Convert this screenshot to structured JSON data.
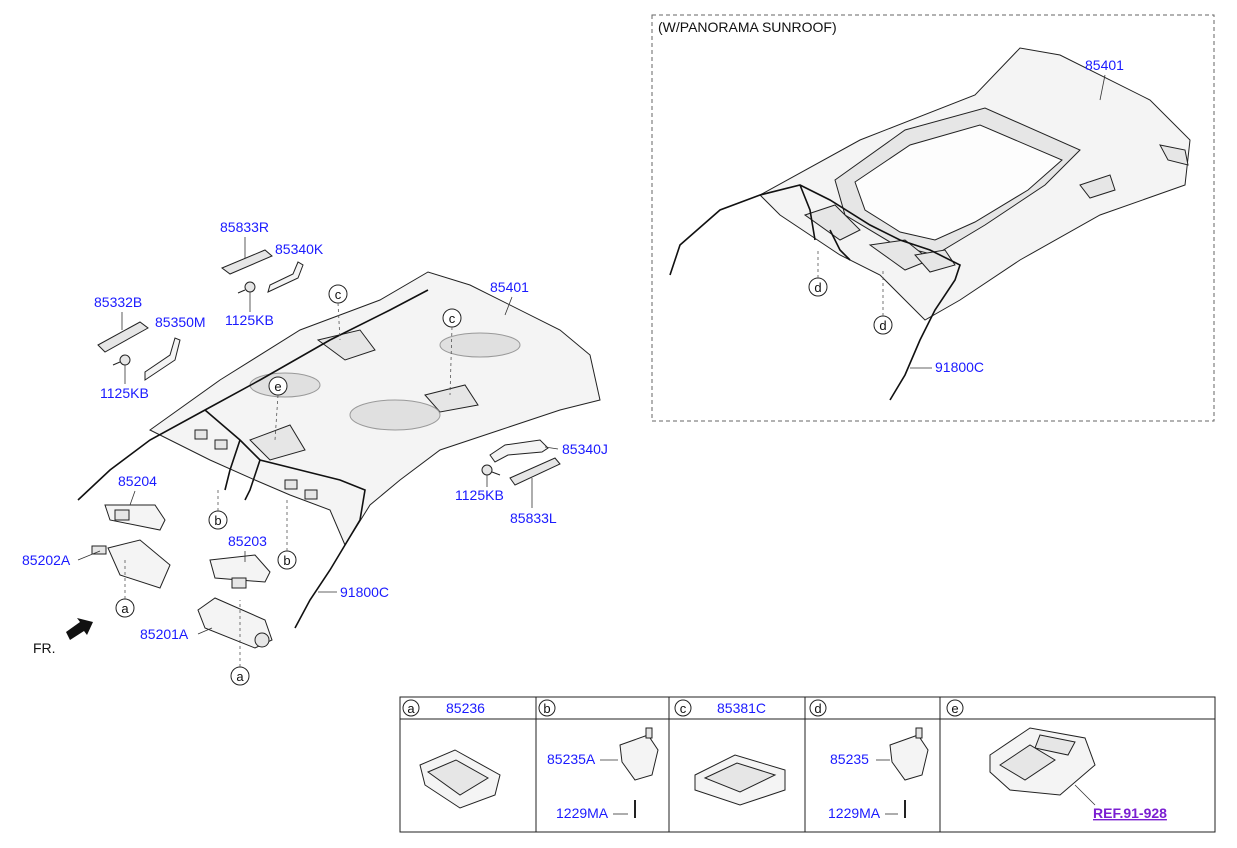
{
  "sunroof_box": {
    "title": "(W/PANORAMA SUNROOF)"
  },
  "main_labels": {
    "p85833R": "85833R",
    "p85340K": "85340K",
    "p85332B": "85332B",
    "p85350M": "85350M",
    "p1125KB_a": "1125KB",
    "p1125KB_b": "1125KB",
    "p1125KB_c": "1125KB",
    "p85401": "85401",
    "p85340J": "85340J",
    "p85833L": "85833L",
    "p85204": "85204",
    "p85202A": "85202A",
    "p85203": "85203",
    "p85201A": "85201A",
    "p91800C": "91800C"
  },
  "sunroof_labels": {
    "p85401": "85401",
    "p91800C": "91800C"
  },
  "callouts": {
    "c1": "c",
    "c2": "c",
    "e": "e",
    "b1": "b",
    "b2": "b",
    "a1": "a",
    "a2": "a",
    "d1": "d",
    "d2": "d"
  },
  "fr_label": "FR.",
  "detail_table": {
    "cells": [
      {
        "letter": "a",
        "part": "85236",
        "sub_parts": []
      },
      {
        "letter": "b",
        "part": "",
        "sub_parts": [
          "85235A",
          "1229MA"
        ]
      },
      {
        "letter": "c",
        "part": "85381C",
        "sub_parts": []
      },
      {
        "letter": "d",
        "part": "",
        "sub_parts": [
          "85235",
          "1229MA"
        ]
      },
      {
        "letter": "e",
        "part": "",
        "sub_parts": [],
        "ref": "REF.91-928"
      }
    ]
  },
  "colors": {
    "part_number": "#1a1aff",
    "reference_link": "#7b1fd1"
  }
}
